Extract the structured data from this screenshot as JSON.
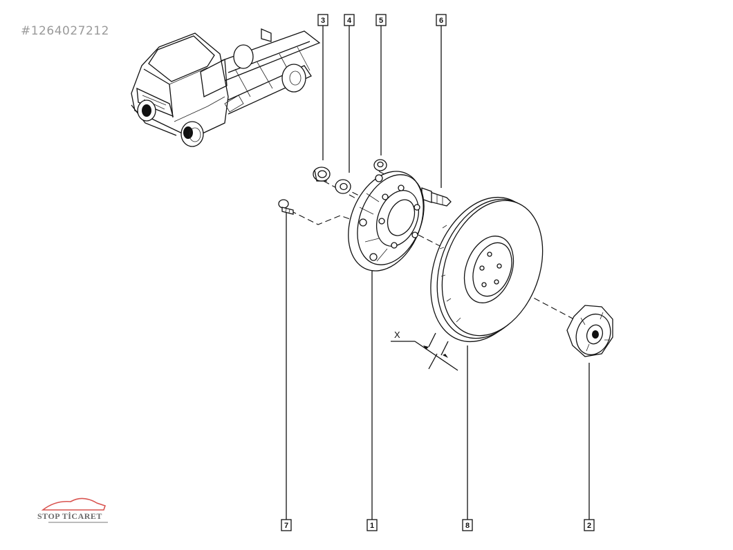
{
  "listing_id": "#1264027212",
  "callouts": [
    {
      "label": "3"
    },
    {
      "label": "4"
    },
    {
      "label": "5"
    },
    {
      "label": "6"
    },
    {
      "label": "7"
    },
    {
      "label": "1"
    },
    {
      "label": "8"
    },
    {
      "label": "2"
    }
  ],
  "dimension_label": "X",
  "watermark": {
    "text": "STOP TİCARET",
    "icon": "car-silhouette-icon",
    "accent_color": "#d9534f"
  }
}
